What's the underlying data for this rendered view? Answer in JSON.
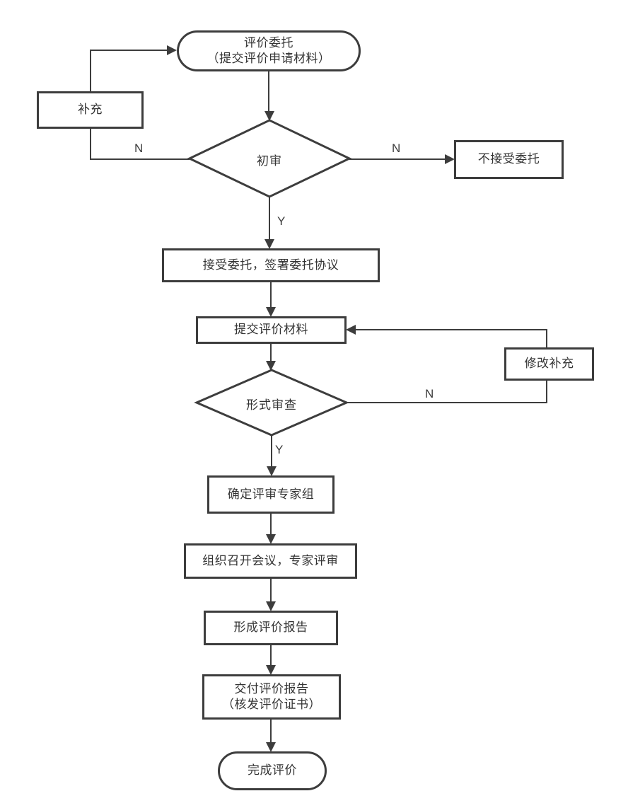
{
  "diagram": {
    "type": "flowchart",
    "language": "zh-CN",
    "background_color": "#ffffff",
    "stroke_color": "#3d3d3d",
    "text_color": "#333333"
  },
  "nodes": {
    "start": {
      "shape": "stadium",
      "line1": "评价委托",
      "line2": "（提交评价申请材料）"
    },
    "supplement": {
      "shape": "rect",
      "label": "补充"
    },
    "initial_review": {
      "shape": "diamond",
      "label": "初审"
    },
    "reject": {
      "shape": "rect",
      "label": "不接受委托"
    },
    "accept": {
      "shape": "rect",
      "label": "接受委托，签署委托协议"
    },
    "submit": {
      "shape": "rect",
      "label": "提交评价材料"
    },
    "modify": {
      "shape": "rect",
      "label": "修改补充"
    },
    "formal_review": {
      "shape": "diamond",
      "label": "形式审查"
    },
    "expert_group": {
      "shape": "rect",
      "label": "确定评审专家组"
    },
    "meeting": {
      "shape": "rect",
      "label": "组织召开会议，专家评审"
    },
    "report": {
      "shape": "rect",
      "label": "形成评价报告"
    },
    "deliver": {
      "shape": "rect",
      "line1": "交付评价报告",
      "line2": "（核发评价证书）"
    },
    "end": {
      "shape": "stadium",
      "label": "完成评价"
    }
  },
  "edge_labels": {
    "initial_no_left": "N",
    "initial_no_right": "N",
    "initial_yes": "Y",
    "formal_no": "N",
    "formal_yes": "Y"
  },
  "edges": [
    {
      "from": "start",
      "to": "initial_review",
      "label": ""
    },
    {
      "from": "initial_review",
      "to": "supplement",
      "label": "N"
    },
    {
      "from": "supplement",
      "to": "start",
      "label": ""
    },
    {
      "from": "initial_review",
      "to": "reject",
      "label": "N"
    },
    {
      "from": "initial_review",
      "to": "accept",
      "label": "Y"
    },
    {
      "from": "accept",
      "to": "submit",
      "label": ""
    },
    {
      "from": "submit",
      "to": "formal_review",
      "label": ""
    },
    {
      "from": "formal_review",
      "to": "modify",
      "label": "N"
    },
    {
      "from": "modify",
      "to": "submit",
      "label": ""
    },
    {
      "from": "formal_review",
      "to": "expert_group",
      "label": "Y"
    },
    {
      "from": "expert_group",
      "to": "meeting",
      "label": ""
    },
    {
      "from": "meeting",
      "to": "report",
      "label": ""
    },
    {
      "from": "report",
      "to": "deliver",
      "label": ""
    },
    {
      "from": "deliver",
      "to": "end",
      "label": ""
    }
  ]
}
